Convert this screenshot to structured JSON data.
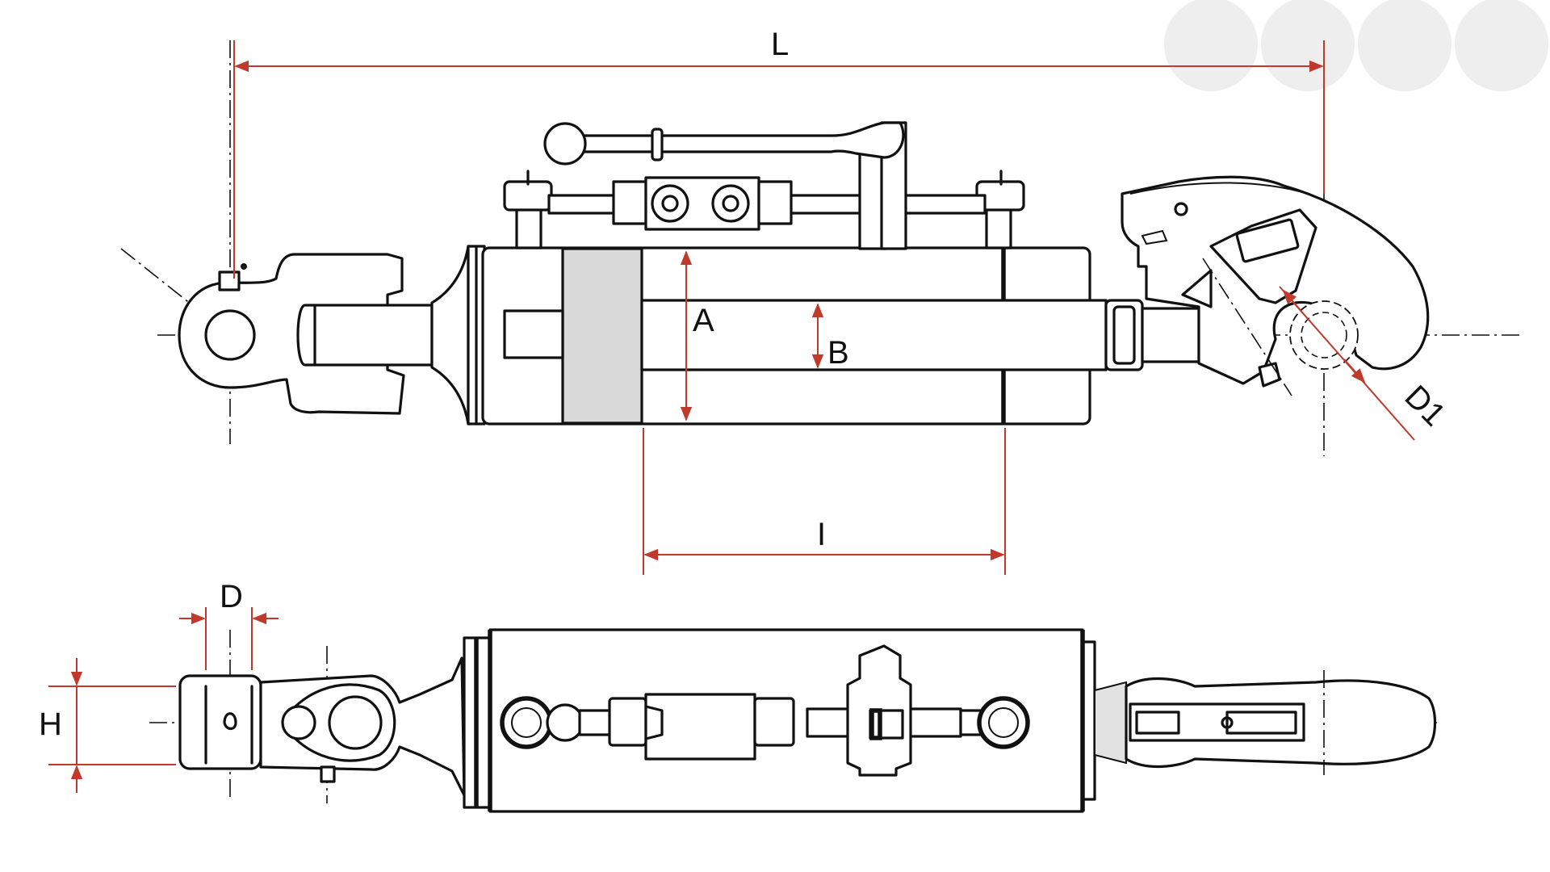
{
  "colors": {
    "dimension": "#c0392b",
    "line": "#111111",
    "background": "#ffffff",
    "piston": "#d9d9d9"
  },
  "dimensions": {
    "L": "L",
    "A": "A",
    "B": "B",
    "D1": "D1",
    "I": "I",
    "D": "D",
    "H": "H"
  }
}
